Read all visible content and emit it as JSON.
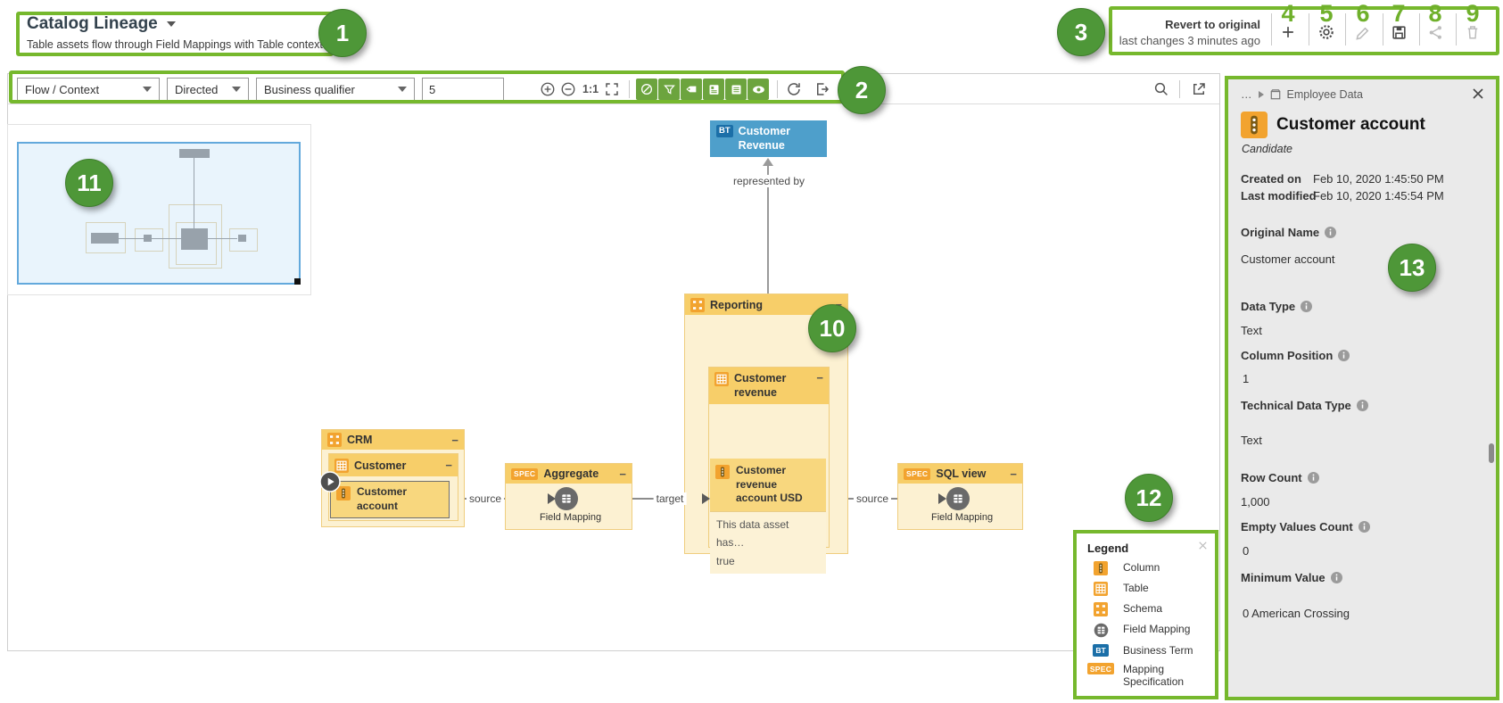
{
  "colors": {
    "annotation_green": "#76B82D",
    "callout_green": "#4E9738",
    "toolbar_toggle_green": "#6CA43E",
    "node_yellow_header": "#F7CE69",
    "node_yellow_body": "#FCF1D2",
    "node_highlight_yellow": "#F8D77E",
    "asset_orange": "#F2A32F",
    "business_term_blue": "#4E9FCB",
    "bt_badge_blue": "#1B6FA8",
    "field_mapping_gray": "#6A6A6A",
    "minimap_blue": "#63A9DC"
  },
  "header": {
    "title": "Catalog Lineage",
    "subtitle": "Table assets flow through Field Mappings with Table context"
  },
  "actions": {
    "revert_title": "Revert to original",
    "revert_subtitle": "last changes 3 minutes ago"
  },
  "toolbar": {
    "layout_select": "Flow / Context",
    "direction_select": "Directed",
    "qualifier_select": "Business qualifier",
    "depth_value": "5",
    "zoom_reset": "1:1"
  },
  "diagram": {
    "collapse_glyph": "−",
    "bt_badge": "BT",
    "spec_badge": "SPEC",
    "business_term": "Customer Revenue",
    "edge_represented_by": "represented by",
    "edge_source_left": "source",
    "edge_target": "target",
    "edge_source_right": "source",
    "schema_reporting": "Reporting",
    "table_customer_revenue": "Customer revenue",
    "column_cra_usd": "Customer revenue account USD",
    "cra_attr_line1": "This data asset has…",
    "cra_attr_line2": "true",
    "schema_crm": "CRM",
    "table_customer": "Customer",
    "column_customer_account": "Customer account",
    "spec_aggregate": "Aggregate",
    "spec_sql_view": "SQL view",
    "field_mapping_label": "Field Mapping"
  },
  "legend": {
    "title": "Legend",
    "bt_badge": "BT",
    "spec_badge": "SPEC",
    "items": [
      {
        "label": "Column"
      },
      {
        "label": "Table"
      },
      {
        "label": "Schema"
      },
      {
        "label": "Field Mapping"
      },
      {
        "label": "Business Term"
      },
      {
        "label": "Mapping Specification"
      }
    ]
  },
  "panel": {
    "breadcrumb_ellipsis": "…",
    "breadcrumb": "Employee Data",
    "title": "Customer account",
    "status": "Candidate",
    "meta": [
      {
        "label": "Created on",
        "value": "Feb 10, 2020 1:45:50 PM"
      },
      {
        "label": "Last modified",
        "value": "Feb 10, 2020 1:45:54 PM"
      }
    ],
    "fields": [
      {
        "label": "Original Name",
        "value": "Customer account"
      },
      {
        "label": "Data Type",
        "value": "Text"
      },
      {
        "label": "Column Position",
        "value": "1"
      },
      {
        "label": "Technical Data Type",
        "value": "Text"
      },
      {
        "label": "Row Count",
        "value": "1,000"
      },
      {
        "label": "Empty Values Count",
        "value": "0"
      },
      {
        "label": "Minimum Value",
        "value": "0 American Crossing"
      }
    ]
  },
  "callouts": {
    "c1": "1",
    "c2": "2",
    "c3": "3",
    "c4": "4",
    "c5": "5",
    "c6": "6",
    "c7": "7",
    "c8": "8",
    "c9": "9",
    "c10": "10",
    "c11": "11",
    "c12": "12",
    "c13": "13"
  }
}
